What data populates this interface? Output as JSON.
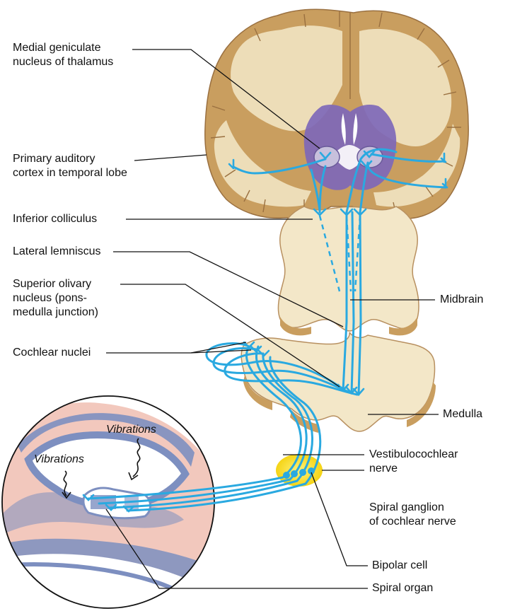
{
  "labels": {
    "medial_geniculate": [
      "Medial geniculate",
      "nucleus of thalamus"
    ],
    "primary_auditory_cortex": [
      "Primary auditory",
      "cortex in temporal lobe"
    ],
    "inferior_colliculus": [
      "Inferior colliculus"
    ],
    "lateral_lemniscus": [
      "Lateral lemniscus"
    ],
    "superior_olivary": [
      "Superior olivary",
      "nucleus (pons-",
      "medulla junction)"
    ],
    "cochlear_nuclei": [
      "Cochlear nuclei"
    ],
    "midbrain": [
      "Midbrain"
    ],
    "medulla": [
      "Medulla"
    ],
    "vestibulocochlear": [
      "Vestibulocochlear",
      "nerve"
    ],
    "spiral_ganglion": [
      "Spiral ganglion",
      "of cochlear nerve"
    ],
    "bipolar_cell": [
      "Bipolar cell"
    ],
    "spiral_organ": [
      "Spiral organ"
    ],
    "vibrations_upper": [
      "Vibrations"
    ],
    "vibrations_lower": [
      "Vibrations"
    ]
  },
  "colors": {
    "pathway": "#2aa9e0",
    "white_matter": "#f3e7c8",
    "gray_matter": "#c99e5f",
    "thalamus": "#7e68b8",
    "ganglion": "#f5d415",
    "cochlea_membrane": "#7d8fc0",
    "cochlea_bg": "#f2c8bd"
  }
}
